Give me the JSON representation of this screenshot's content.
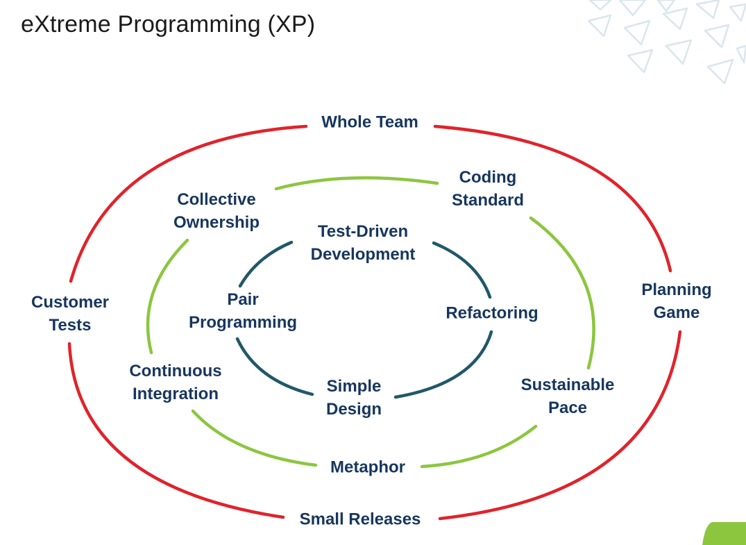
{
  "slide": {
    "title": "eXtreme Programming (XP)"
  },
  "colors": {
    "outer_ring": "#e0232b",
    "middle_ring": "#8cc63f",
    "inner_ring": "#215868",
    "label_text": "#17365d",
    "title_text": "#1a1a1a",
    "decor_green": "#8cc63f",
    "decor_gray": "#d9e6ec"
  },
  "diagram": {
    "outer_ring": {
      "practices": [
        {
          "line1": "Whole Team",
          "line2": ""
        },
        {
          "line1": "Planning",
          "line2": "Game"
        },
        {
          "line1": "Small Releases",
          "line2": ""
        },
        {
          "line1": "Customer",
          "line2": "Tests"
        }
      ]
    },
    "middle_ring": {
      "practices": [
        {
          "line1": "Coding",
          "line2": "Standard"
        },
        {
          "line1": "Sustainable",
          "line2": "Pace"
        },
        {
          "line1": "Metaphor",
          "line2": ""
        },
        {
          "line1": "Continuous",
          "line2": "Integration"
        },
        {
          "line1": "Collective",
          "line2": "Ownership"
        }
      ]
    },
    "inner_ring": {
      "practices": [
        {
          "line1": "Test-Driven",
          "line2": "Development"
        },
        {
          "line1": "Refactoring",
          "line2": ""
        },
        {
          "line1": "Simple",
          "line2": "Design"
        },
        {
          "line1": "Pair",
          "line2": "Programming"
        }
      ]
    }
  }
}
